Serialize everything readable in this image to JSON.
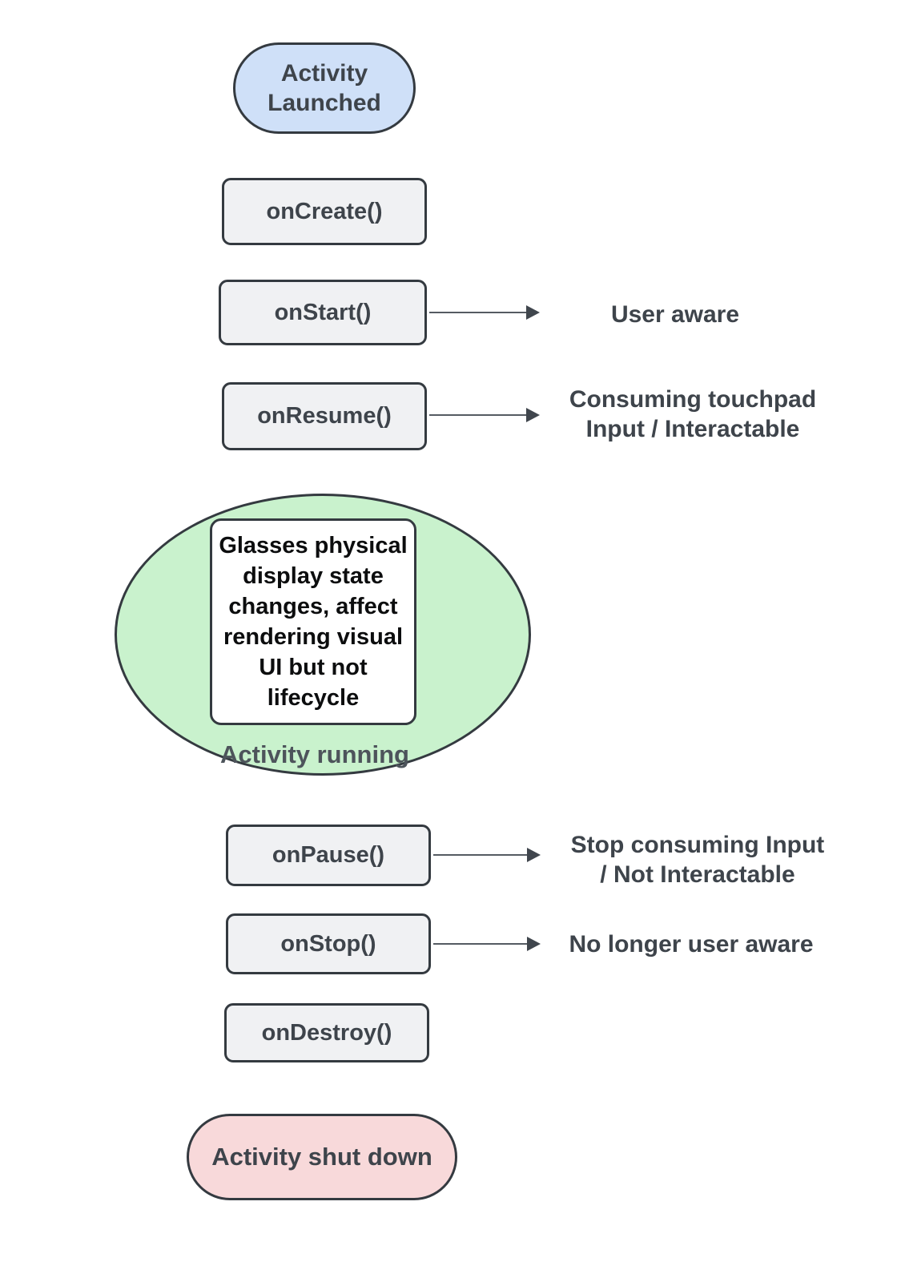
{
  "colors": {
    "outline": "#343a40",
    "text_dark": "#3e444b",
    "callback_box_fill": "#f0f1f3",
    "launched_fill": "#cfe0f8",
    "running_fill": "#c9f2cd",
    "shutdown_fill": "#f8d9da",
    "note_fill": "#ffffff",
    "note_text": "#0c0d0e",
    "arrow": "#555b62"
  },
  "nodes": {
    "activity_launched": {
      "label": "Activity Launched",
      "lines": [
        "Activity",
        "Launched"
      ],
      "fill": "#cfe0f8"
    },
    "on_create": {
      "label": "onCreate()"
    },
    "on_start": {
      "label": "onStart()"
    },
    "on_resume": {
      "label": "onResume()"
    },
    "activity_running": {
      "label": "Activity running",
      "fill": "#c9f2cd",
      "note": {
        "text": "Glasses physical display state changes, affect rendering visual UI but not lifecycle",
        "lines": [
          "Glasses physical",
          "display state",
          "changes, affect",
          "rendering visual",
          "UI but not",
          "lifecycle"
        ]
      }
    },
    "on_pause": {
      "label": "onPause()"
    },
    "on_stop": {
      "label": "onStop()"
    },
    "on_destroy": {
      "label": "onDestroy()"
    },
    "activity_shut_down": {
      "label": "Activity shut down",
      "fill": "#f8d9da"
    }
  },
  "annotations": {
    "on_start": {
      "text": "User aware",
      "lines": [
        "User aware"
      ]
    },
    "on_resume": {
      "text": "Consuming touchpad Input / Interactable",
      "lines": [
        "Consuming touchpad",
        "Input / Interactable"
      ]
    },
    "on_pause": {
      "text": "Stop consuming Input / Not Interactable",
      "lines": [
        "Stop consuming Input",
        "/ Not Interactable"
      ]
    },
    "on_stop": {
      "text": "No longer user aware",
      "lines": [
        "No longer user aware"
      ]
    }
  }
}
